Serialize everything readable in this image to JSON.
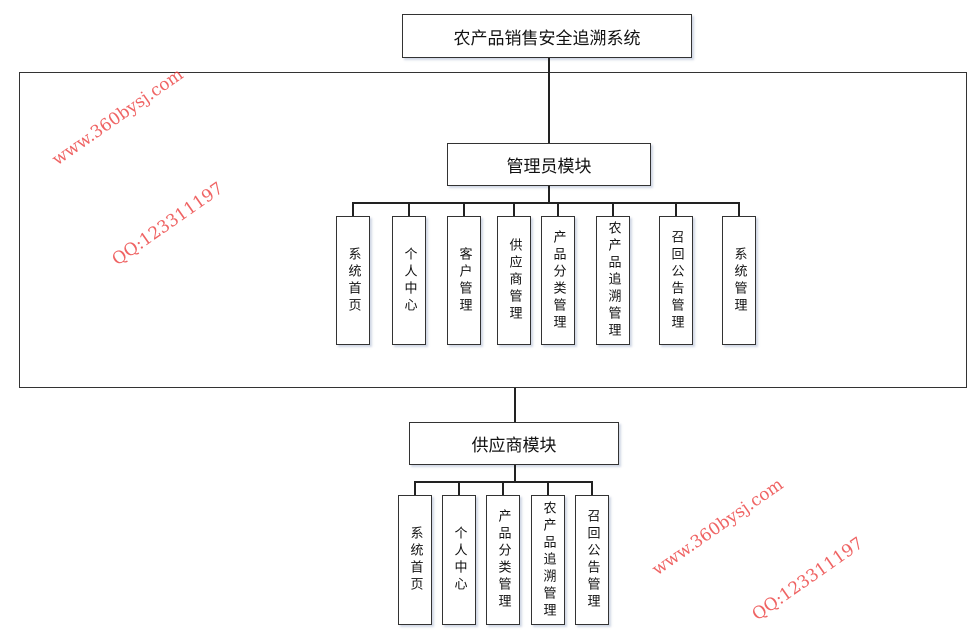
{
  "title": "农产品销售安全追溯系统",
  "admin": {
    "label": "管理员模块",
    "children": [
      "系统首页",
      "个人中心",
      "客户管理",
      "供应商管理",
      "产品分类管理",
      "农产品追溯管理",
      "召回公告管理",
      "系统管理"
    ]
  },
  "supplier": {
    "label": "供应商模块",
    "children": [
      "系统首页",
      "个人中心",
      "产品分类管理",
      "农产品追溯管理",
      "召回公告管理"
    ]
  },
  "watermark": {
    "site": "www.360bysj.com",
    "qq": "QQ:123311197"
  }
}
